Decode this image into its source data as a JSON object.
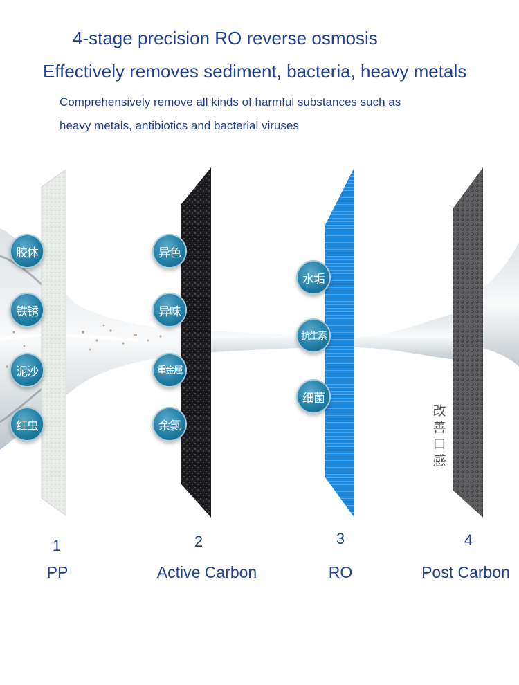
{
  "header": {
    "line1": "4-stage precision RO reverse osmosis",
    "line2": "Effectively removes sediment, bacteria, heavy metals",
    "line3": "Comprehensively remove all kinds of harmful substances such as",
    "line4": "heavy metals, antibiotics and bacterial viruses"
  },
  "stages": [
    {
      "number": "1",
      "label": "PP",
      "tags": [
        "胶体",
        "铁锈",
        "泥沙",
        "红虫"
      ]
    },
    {
      "number": "2",
      "label": "Active Carbon",
      "tags": [
        "异色",
        "异味",
        "重金属",
        "余氯"
      ]
    },
    {
      "number": "3",
      "label": "RO",
      "tags": [
        "水垢",
        "抗生素",
        "细菌"
      ]
    },
    {
      "number": "4",
      "label": "Post Carbon",
      "note": "改善口感"
    }
  ],
  "colors": {
    "title_blue": "#1f3f8f",
    "bubble_blue": "#227fa6",
    "ro_blue": "#1e88dd",
    "carbon_black": "#1b1b1d",
    "post_carbon_grey": "#5f5f61"
  }
}
